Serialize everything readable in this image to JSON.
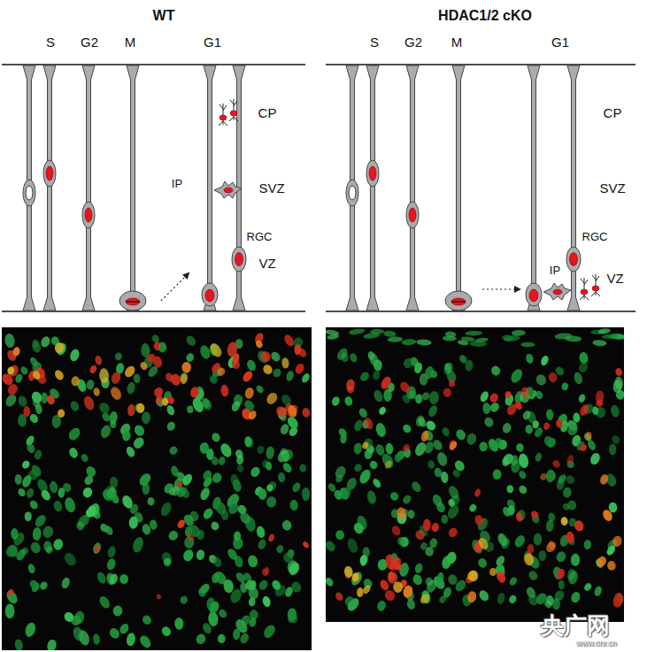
{
  "diagram": {
    "labels": [
      "WT",
      "S",
      "G2",
      "M",
      "G1",
      "CP",
      "SVZ",
      "VZ",
      "IP",
      "RGC",
      "HDAC1/2 cKO",
      "S",
      "G2",
      "M",
      "G1",
      "CP",
      "SVZ",
      "VZ",
      "IP",
      "RGC",
      "央广网",
      "www.cnr.cn"
    ]
  }
}
